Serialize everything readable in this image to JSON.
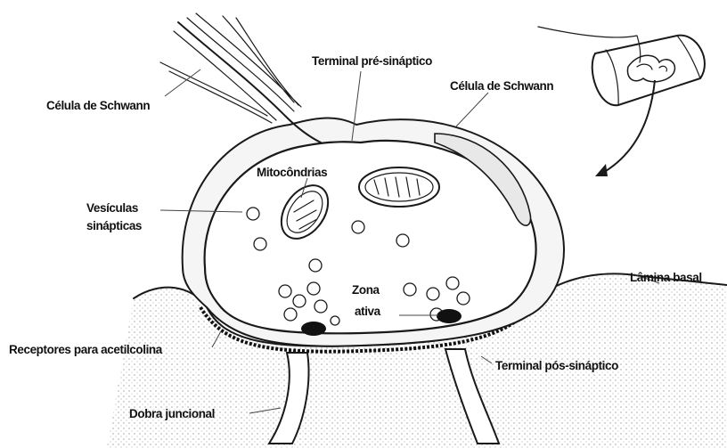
{
  "labels": {
    "terminal_pre": "Terminal pré-sináptico",
    "schwann_left": "Célula de Schwann",
    "schwann_right": "Célula de Schwann",
    "mitocondrias": "Mitocôndrias",
    "vesiculas_line1": "Vesículas",
    "vesiculas_line2": "sinápticas",
    "zona_line1": "Zona",
    "zona_line2": "ativa",
    "lamina_basal": "Lâmina basal",
    "receptores": "Receptores para acetilcolina",
    "terminal_pos": "Terminal pós-sináptico",
    "dobra_juncional": "Dobra juncional"
  }
}
